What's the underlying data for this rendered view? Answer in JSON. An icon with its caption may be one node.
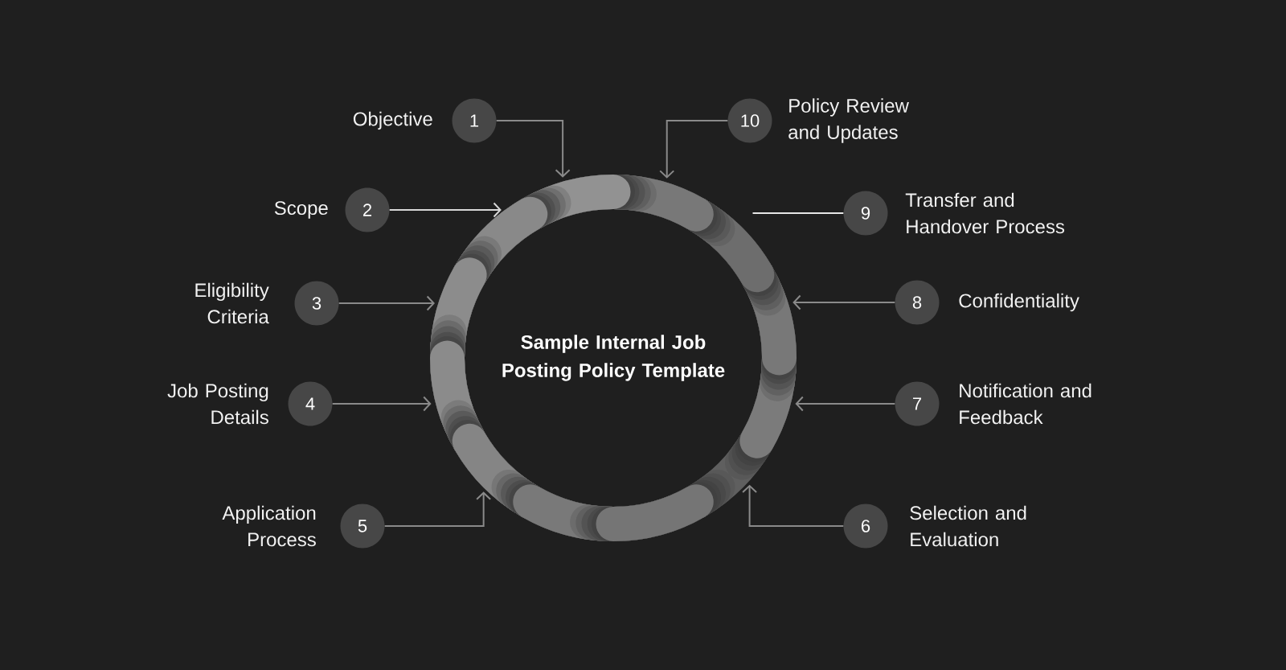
{
  "diagram": {
    "nodes": [
      {
        "text": [
          "Sample Internal Job Posting Policy Template"
        ]
      },
      {
        "text": [
          "1"
        ],
        "beside": [
          "Objective"
        ]
      },
      {
        "text": [
          "2"
        ],
        "beside": [
          "Scope"
        ]
      },
      {
        "text": [
          "3"
        ],
        "beside": [
          "Eligibility Criteria"
        ]
      },
      {
        "text": [
          "4"
        ],
        "beside": [
          "Job Posting Details"
        ]
      },
      {
        "text": [
          "5"
        ],
        "beside": [
          "Application Process"
        ]
      },
      {
        "text": [
          "6"
        ],
        "beside": [
          "Selection and Evaluation"
        ]
      },
      {
        "text": [
          "7"
        ],
        "beside": [
          "Notification and Feedback"
        ]
      },
      {
        "text": [
          "8"
        ],
        "beside": [
          "Confidentiality"
        ]
      },
      {
        "text": [
          "9"
        ],
        "beside": [
          "Transfer and Handover Process"
        ]
      },
      {
        "text": [
          "10"
        ],
        "beside": [
          "Policy Review and Updates"
        ]
      }
    ],
    "edges": [
      {
        "from": 1,
        "to": 0,
        "arrow": "to"
      },
      {
        "from": 2,
        "to": 0,
        "arrow": "to",
        "color": "#d8d8d8"
      },
      {
        "from": 3,
        "to": 0,
        "arrow": "to"
      },
      {
        "from": 4,
        "to": 0,
        "arrow": "to"
      },
      {
        "from": 5,
        "to": 0,
        "arrow": "to"
      },
      {
        "from": 6,
        "to": 0,
        "arrow": "to"
      },
      {
        "from": 7,
        "to": 0,
        "arrow": "to"
      },
      {
        "from": 8,
        "to": 0,
        "arrow": "to"
      },
      {
        "from": 9,
        "to": 0,
        "arrow": "none",
        "color": "#e6e6e6"
      },
      {
        "from": 10,
        "to": 0,
        "arrow": "to"
      }
    ]
  }
}
